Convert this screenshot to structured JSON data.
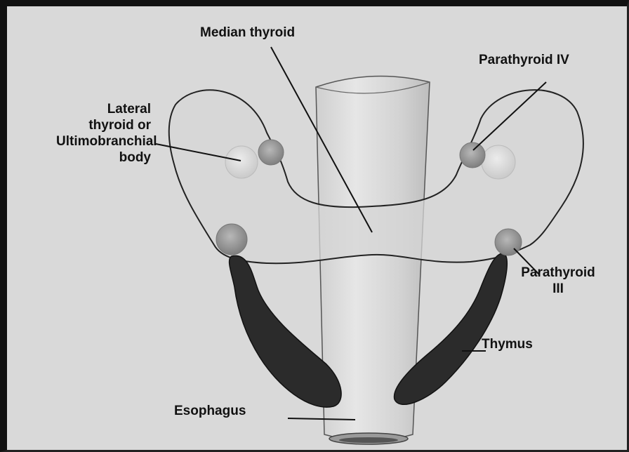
{
  "labels": {
    "median_thyroid": "Median thyroid",
    "parathyroid_iv": "Parathyroid IV",
    "lateral_thyroid": [
      "Lateral",
      "thyroid or",
      "Ultimobranchial",
      "body"
    ],
    "parathyroid_iii": [
      "Parathyroid",
      "III"
    ],
    "thymus": "Thymus",
    "esophagus": "Esophagus"
  },
  "colors": {
    "background": "#d9d9d9",
    "thymus": "#2b2b2b",
    "parathyroid": "#9a9a9a",
    "ultimobranchial": "#dcdcdc",
    "outline": "#222222"
  }
}
